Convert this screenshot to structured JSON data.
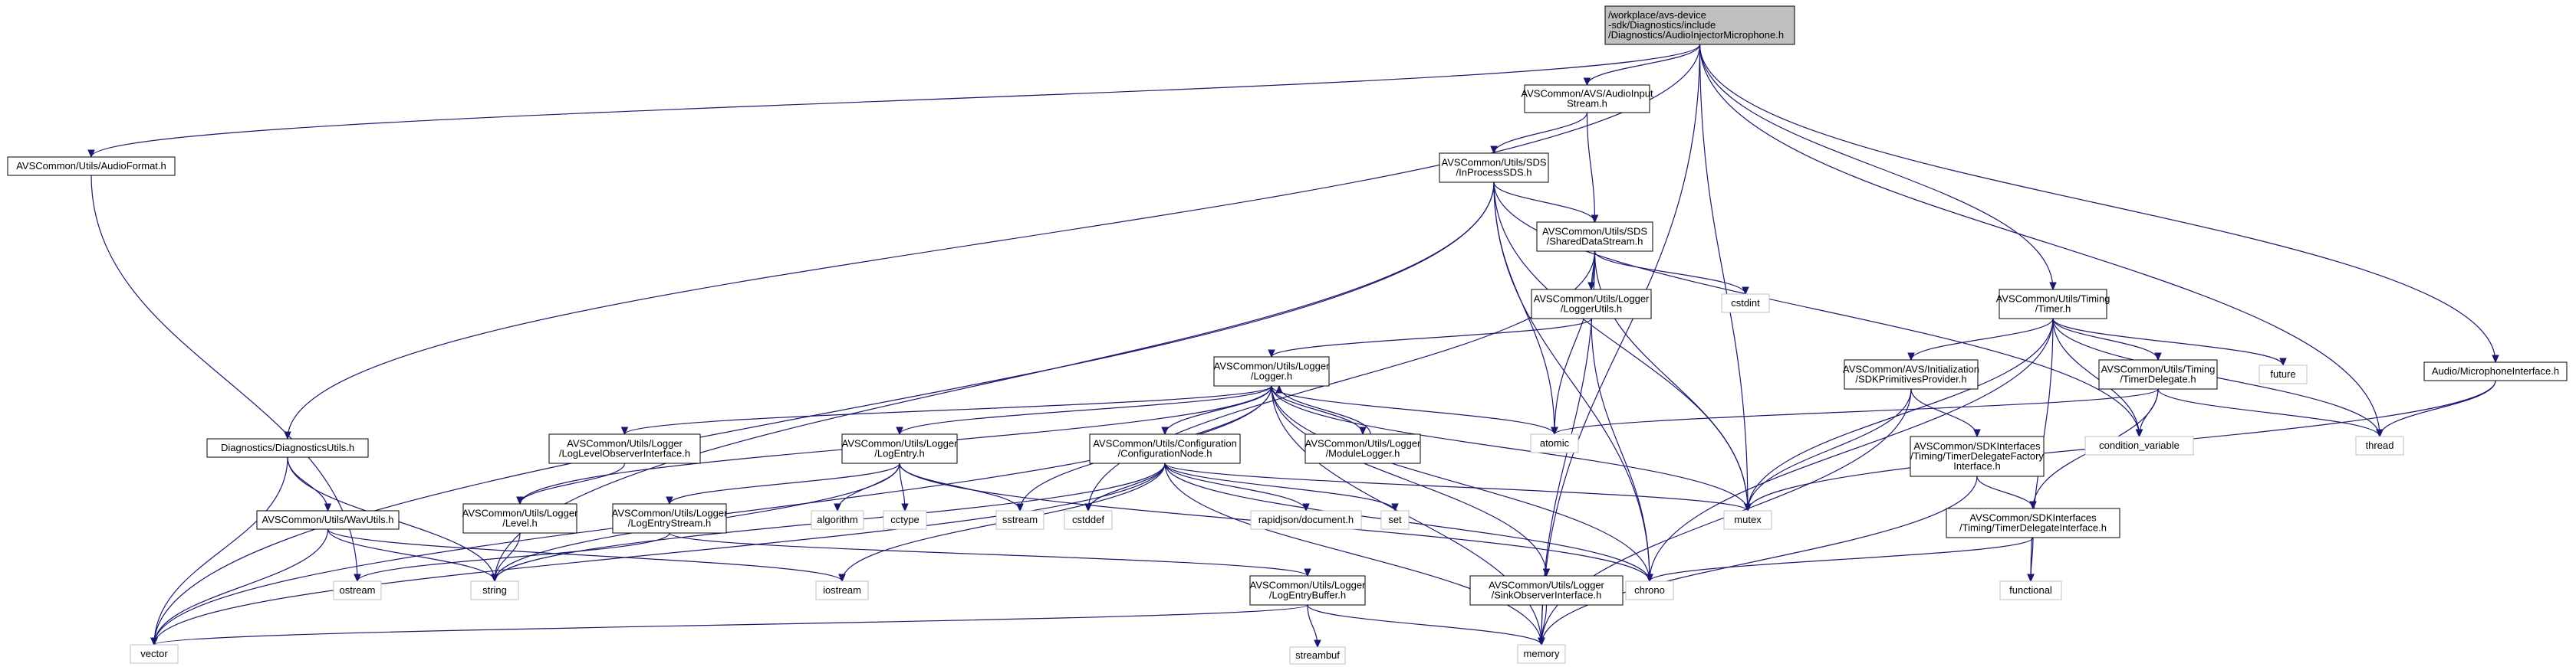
{
  "colors": {
    "edge": "#191970",
    "root_fill": "#bfbfbf",
    "node_fill": "#ffffff",
    "node_border": "#000000",
    "sys_border": "#bfbfbf"
  },
  "nodes": [
    {
      "id": "root",
      "lines": [
        "/workplace/avs-device",
        "-sdk/Diagnostics/include",
        "/Diagnostics/AudioInjectorMicrophone.h"
      ],
      "kind": "root"
    },
    {
      "id": "audioformat",
      "lines": [
        "AVSCommon/Utils/AudioFormat.h"
      ],
      "kind": "header"
    },
    {
      "id": "audioinputstream",
      "lines": [
        "AVSCommon/AVS/AudioInput",
        "Stream.h"
      ],
      "kind": "header"
    },
    {
      "id": "inprocesssds",
      "lines": [
        "AVSCommon/Utils/SDS",
        "/InProcessSDS.h"
      ],
      "kind": "header"
    },
    {
      "id": "shareddatastream",
      "lines": [
        "AVSCommon/Utils/SDS",
        "/SharedDataStream.h"
      ],
      "kind": "header"
    },
    {
      "id": "loggerutils",
      "lines": [
        "AVSCommon/Utils/Logger",
        "/LoggerUtils.h"
      ],
      "kind": "header"
    },
    {
      "id": "logger",
      "lines": [
        "AVSCommon/Utils/Logger",
        "/Logger.h"
      ],
      "kind": "header"
    },
    {
      "id": "cstdint",
      "lines": [
        "cstdint"
      ],
      "kind": "system"
    },
    {
      "id": "timer",
      "lines": [
        "AVSCommon/Utils/Timing",
        "/Timer.h"
      ],
      "kind": "header"
    },
    {
      "id": "sdkprimitives",
      "lines": [
        "AVSCommon/AVS/Initialization",
        "/SDKPrimitivesProvider.h"
      ],
      "kind": "header"
    },
    {
      "id": "timerdelegate",
      "lines": [
        "AVSCommon/Utils/Timing",
        "/TimerDelegate.h"
      ],
      "kind": "header"
    },
    {
      "id": "future",
      "lines": [
        "future"
      ],
      "kind": "system"
    },
    {
      "id": "micinterface",
      "lines": [
        "Audio/MicrophoneInterface.h"
      ],
      "kind": "header"
    },
    {
      "id": "diagutils",
      "lines": [
        "Diagnostics/DiagnosticsUtils.h"
      ],
      "kind": "header"
    },
    {
      "id": "wavutils",
      "lines": [
        "AVSCommon/Utils/WavUtils.h"
      ],
      "kind": "header"
    },
    {
      "id": "levelobserver",
      "lines": [
        "AVSCommon/Utils/Logger",
        "/LogLevelObserverInterface.h"
      ],
      "kind": "header"
    },
    {
      "id": "level",
      "lines": [
        "AVSCommon/Utils/Logger",
        "/Level.h"
      ],
      "kind": "header"
    },
    {
      "id": "logentry",
      "lines": [
        "AVSCommon/Utils/Logger",
        "/LogEntry.h"
      ],
      "kind": "header"
    },
    {
      "id": "logentrystream",
      "lines": [
        "AVSCommon/Utils/Logger",
        "/LogEntryStream.h"
      ],
      "kind": "header"
    },
    {
      "id": "confignode",
      "lines": [
        "AVSCommon/Utils/Configuration",
        "/ConfigurationNode.h"
      ],
      "kind": "header"
    },
    {
      "id": "modulelogger",
      "lines": [
        "AVSCommon/Utils/Logger",
        "/ModuleLogger.h"
      ],
      "kind": "header"
    },
    {
      "id": "atomic",
      "lines": [
        "atomic"
      ],
      "kind": "system"
    },
    {
      "id": "condvar",
      "lines": [
        "condition_variable"
      ],
      "kind": "system"
    },
    {
      "id": "thread",
      "lines": [
        "thread"
      ],
      "kind": "system"
    },
    {
      "id": "delegatefactory",
      "lines": [
        "AVSCommon/SDKInterfaces",
        "/Timing/TimerDelegateFactory",
        "Interface.h"
      ],
      "kind": "header"
    },
    {
      "id": "delegateinterface",
      "lines": [
        "AVSCommon/SDKInterfaces",
        "/Timing/TimerDelegateInterface.h"
      ],
      "kind": "header"
    },
    {
      "id": "algorithm",
      "lines": [
        "algorithm"
      ],
      "kind": "system"
    },
    {
      "id": "cctype",
      "lines": [
        "cctype"
      ],
      "kind": "system"
    },
    {
      "id": "sstream",
      "lines": [
        "sstream"
      ],
      "kind": "system"
    },
    {
      "id": "cstddef",
      "lines": [
        "cstddef"
      ],
      "kind": "system"
    },
    {
      "id": "rapidjson",
      "lines": [
        "rapidjson/document.h"
      ],
      "kind": "system"
    },
    {
      "id": "set",
      "lines": [
        "set"
      ],
      "kind": "system"
    },
    {
      "id": "mutex",
      "lines": [
        "mutex"
      ],
      "kind": "system"
    },
    {
      "id": "ostream",
      "lines": [
        "ostream"
      ],
      "kind": "system"
    },
    {
      "id": "string",
      "lines": [
        "string"
      ],
      "kind": "system"
    },
    {
      "id": "iostream",
      "lines": [
        "iostream"
      ],
      "kind": "system"
    },
    {
      "id": "logentrybuffer",
      "lines": [
        "AVSCommon/Utils/Logger",
        "/LogEntryBuffer.h"
      ],
      "kind": "header"
    },
    {
      "id": "sinkobserver",
      "lines": [
        "AVSCommon/Utils/Logger",
        "/SinkObserverInterface.h"
      ],
      "kind": "header"
    },
    {
      "id": "chrono",
      "lines": [
        "chrono"
      ],
      "kind": "system"
    },
    {
      "id": "functional",
      "lines": [
        "functional"
      ],
      "kind": "system"
    },
    {
      "id": "vector",
      "lines": [
        "vector"
      ],
      "kind": "system"
    },
    {
      "id": "memory",
      "lines": [
        "memory"
      ],
      "kind": "system"
    },
    {
      "id": "streambuf",
      "lines": [
        "streambuf"
      ],
      "kind": "system"
    }
  ],
  "edges": [
    [
      "root",
      "audioformat"
    ],
    [
      "root",
      "audioinputstream"
    ],
    [
      "root",
      "diagutils"
    ],
    [
      "root",
      "memory"
    ],
    [
      "root",
      "timer"
    ],
    [
      "root",
      "mutex"
    ],
    [
      "root",
      "thread"
    ],
    [
      "root",
      "micinterface"
    ],
    [
      "audioformat",
      "ostream"
    ],
    [
      "audioinputstream",
      "inprocesssds"
    ],
    [
      "audioinputstream",
      "shareddatastream"
    ],
    [
      "inprocesssds",
      "shareddatastream"
    ],
    [
      "inprocesssds",
      "vector"
    ],
    [
      "inprocesssds",
      "string"
    ],
    [
      "inprocesssds",
      "atomic"
    ],
    [
      "inprocesssds",
      "mutex"
    ],
    [
      "inprocesssds",
      "condvar"
    ],
    [
      "inprocesssds",
      "chrono"
    ],
    [
      "shareddatastream",
      "loggerutils"
    ],
    [
      "shareddatastream",
      "cstdint"
    ],
    [
      "shareddatastream",
      "memory"
    ],
    [
      "shareddatastream",
      "cstddef"
    ],
    [
      "shareddatastream",
      "mutex"
    ],
    [
      "shareddatastream",
      "atomic"
    ],
    [
      "loggerutils",
      "logger"
    ],
    [
      "loggerutils",
      "chrono"
    ],
    [
      "logger",
      "levelobserver"
    ],
    [
      "logger",
      "level"
    ],
    [
      "logger",
      "logentry"
    ],
    [
      "logger",
      "confignode"
    ],
    [
      "logger",
      "modulelogger"
    ],
    [
      "logger",
      "sinkobserver"
    ],
    [
      "logger",
      "atomic"
    ],
    [
      "logger",
      "chrono"
    ],
    [
      "logger",
      "mutex"
    ],
    [
      "logger",
      "sstream"
    ],
    [
      "logger",
      "vector"
    ],
    [
      "logger",
      "memory"
    ],
    [
      "modulelogger",
      "logger"
    ],
    [
      "levelobserver",
      "level"
    ],
    [
      "level",
      "string"
    ],
    [
      "logentry",
      "logentrystream"
    ],
    [
      "logentry",
      "algorithm"
    ],
    [
      "logentry",
      "cctype"
    ],
    [
      "logentry",
      "sstream"
    ],
    [
      "logentry",
      "chrono"
    ],
    [
      "logentry",
      "string"
    ],
    [
      "logentrystream",
      "logentrybuffer"
    ],
    [
      "logentrystream",
      "ostream"
    ],
    [
      "logentrybuffer",
      "streambuf"
    ],
    [
      "logentrybuffer",
      "vector"
    ],
    [
      "logentrybuffer",
      "memory"
    ],
    [
      "confignode",
      "chrono"
    ],
    [
      "confignode",
      "mutex"
    ],
    [
      "confignode",
      "rapidjson"
    ],
    [
      "confignode",
      "set"
    ],
    [
      "confignode",
      "cstddef"
    ],
    [
      "confignode",
      "iostream"
    ],
    [
      "confignode",
      "string"
    ],
    [
      "confignode",
      "vector"
    ],
    [
      "confignode",
      "memory"
    ],
    [
      "sinkobserver",
      "memory"
    ],
    [
      "timer",
      "sdkprimitives"
    ],
    [
      "timer",
      "timerdelegate"
    ],
    [
      "timer",
      "future"
    ],
    [
      "timer",
      "thread"
    ],
    [
      "timer",
      "condvar"
    ],
    [
      "timer",
      "chrono"
    ],
    [
      "timer",
      "mutex"
    ],
    [
      "timer",
      "functional"
    ],
    [
      "sdkprimitives",
      "delegatefactory"
    ],
    [
      "sdkprimitives",
      "memory"
    ],
    [
      "sdkprimitives",
      "mutex"
    ],
    [
      "timerdelegate",
      "atomic"
    ],
    [
      "timerdelegate",
      "condvar"
    ],
    [
      "timerdelegate",
      "thread"
    ],
    [
      "timerdelegate",
      "delegateinterface"
    ],
    [
      "delegatefactory",
      "delegateinterface"
    ],
    [
      "delegatefactory",
      "memory"
    ],
    [
      "delegateinterface",
      "chrono"
    ],
    [
      "delegateinterface",
      "functional"
    ],
    [
      "micinterface",
      "thread"
    ],
    [
      "micinterface",
      "mutex"
    ],
    [
      "diagutils",
      "wavutils"
    ],
    [
      "diagutils",
      "string"
    ],
    [
      "diagutils",
      "vector"
    ],
    [
      "wavutils",
      "string"
    ],
    [
      "wavutils",
      "vector"
    ],
    [
      "wavutils",
      "iostream"
    ]
  ]
}
